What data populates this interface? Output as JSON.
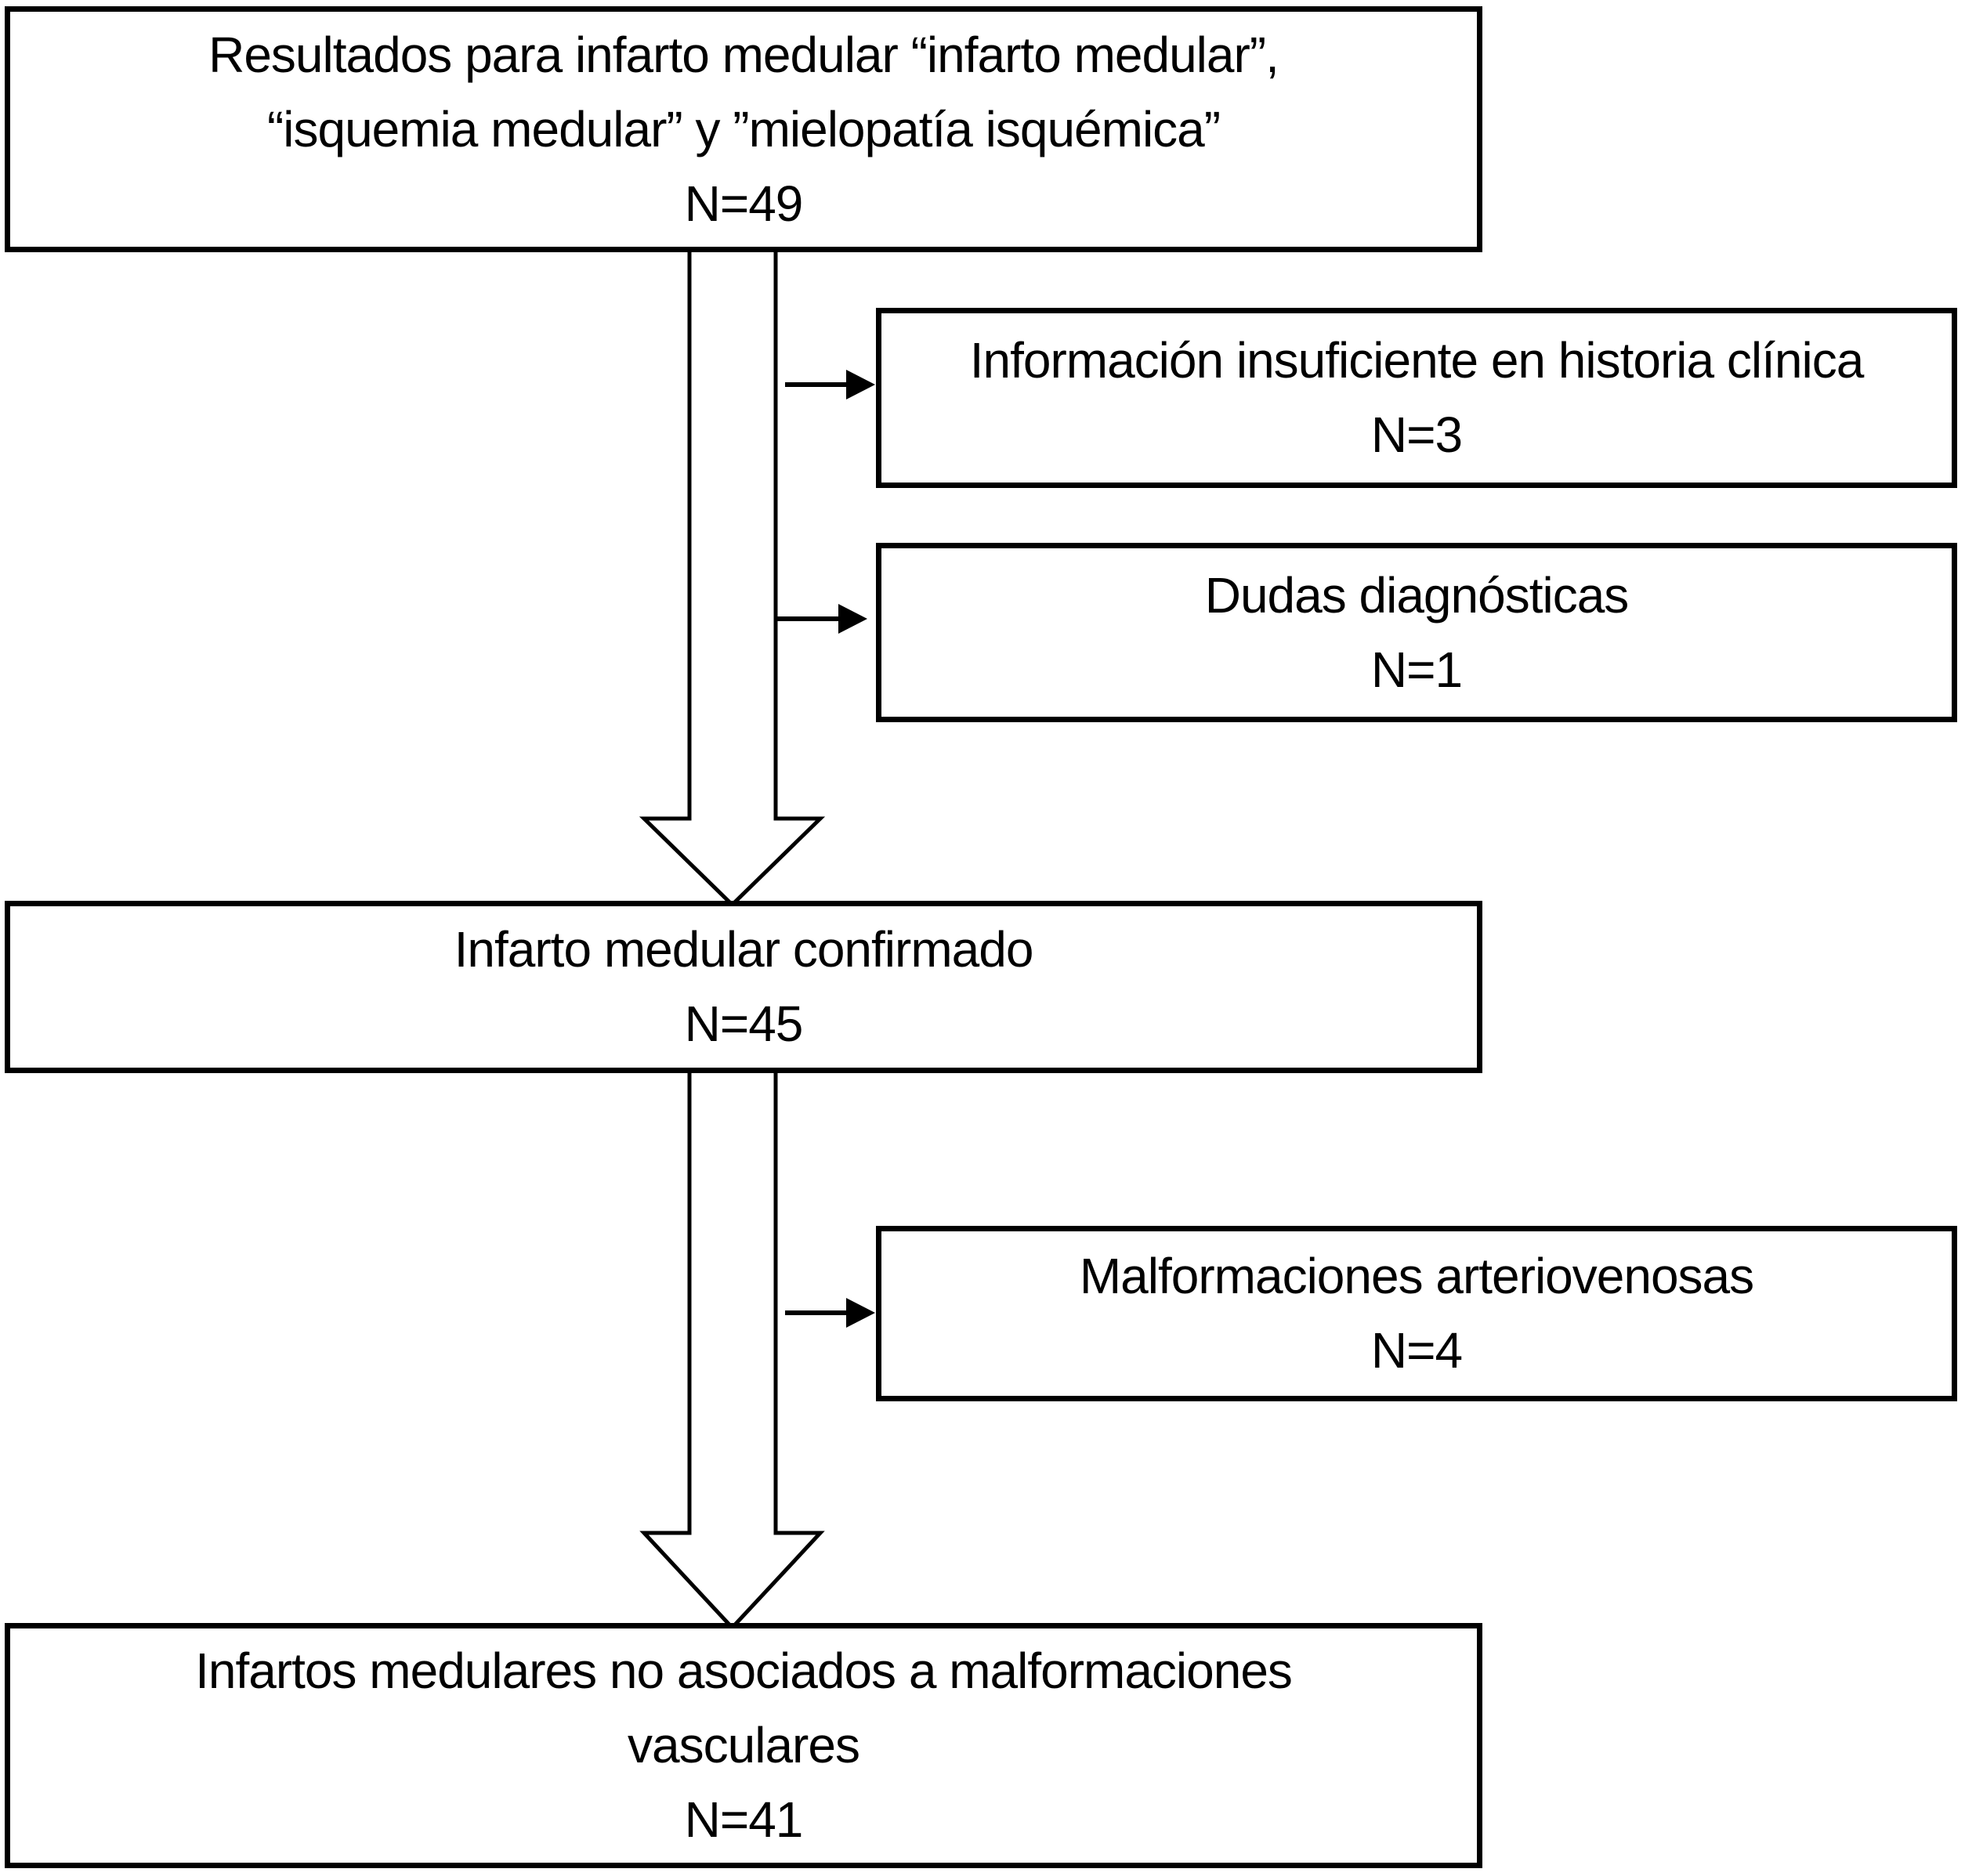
{
  "diagram": {
    "type": "flowchart",
    "colors": {
      "background": "#ffffff",
      "box_fill": "#ffffff",
      "line": "#000000",
      "text": "#000000"
    },
    "boxes": {
      "search_results": {
        "lines": [
          "Resultados para infarto medular “infarto medular”,",
          "“isquemia medular” y ”mielopatía isquémica”"
        ],
        "n_label": "N=49"
      },
      "insufficient_info": {
        "lines": [
          "Información insuficiente en historia clínica"
        ],
        "n_label": "N=3"
      },
      "diagnostic_doubts": {
        "lines": [
          "Dudas diagnósticas"
        ],
        "n_label": "N=1"
      },
      "confirmed_infarction": {
        "lines": [
          "Infarto medular confirmado"
        ],
        "n_label": "N=45"
      },
      "arteriovenous_malformations": {
        "lines": [
          "Malformaciones arteriovenosas"
        ],
        "n_label": "N=4"
      },
      "final_cohort": {
        "lines": [
          "Infartos medulares no asociados a malformaciones",
          "vasculares"
        ],
        "n_label": "N=41"
      }
    },
    "arrows": {
      "down_arrow_1": "from search results to confirmed infarction",
      "down_arrow_2": "from confirmed infarction to final cohort",
      "side_arrow_1": "exclusion: insufficient info",
      "side_arrow_2": "exclusion: diagnostic doubts",
      "side_arrow_3": "exclusion: arteriovenous malformations"
    }
  }
}
